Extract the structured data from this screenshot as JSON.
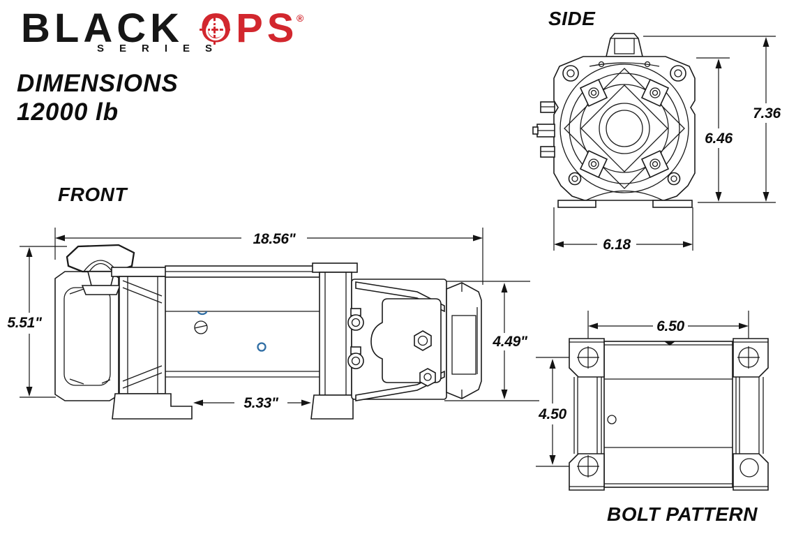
{
  "brand": {
    "word_black": "BLACK",
    "word_ops": "OPS",
    "registered": "®",
    "series": "SERIES"
  },
  "heading": {
    "line1": "DIMENSIONS",
    "line2": "12000 lb"
  },
  "front_view": {
    "label": "FRONT",
    "dim_overall_width": "18.56\"",
    "dim_overall_height": "5.51\"",
    "dim_drum_width": "5.33\"",
    "dim_motor_height": "4.49\""
  },
  "side_view": {
    "label": "SIDE",
    "dim_overall_height": "7.36",
    "dim_body_height": "6.46",
    "dim_base_width": "6.18"
  },
  "bolt_pattern_view": {
    "label": "BOLT PATTERN",
    "dim_bolt_width": "6.50",
    "dim_bolt_height": "4.50"
  },
  "colors": {
    "brand_red": "#d2272e",
    "line_ink": "#141414",
    "detail_blue": "#2e6da4",
    "text_black": "#0d0d0d"
  }
}
